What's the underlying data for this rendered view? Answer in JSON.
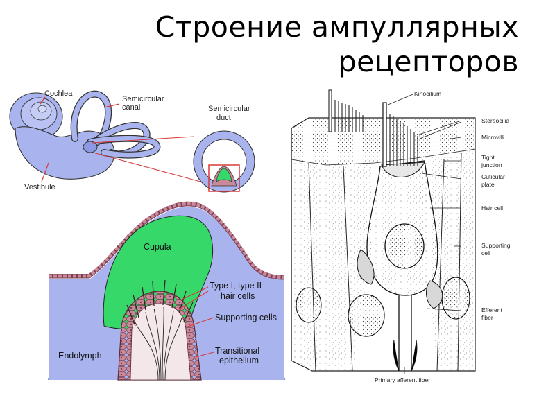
{
  "title": {
    "line1": "Строение ампуллярных",
    "line2": "рецепторов"
  },
  "ear_diagram": {
    "cochlea": "Cochlea",
    "semicircular_canal_1": "Semicircular",
    "semicircular_canal_2": "canal",
    "vestibule": "Vestibule",
    "semicircular_duct_1": "Semicircular",
    "semicircular_duct_2": "duct"
  },
  "crista_diagram": {
    "cupula": "Cupula",
    "hair_cells_1": "Type I, type II",
    "hair_cells_2": "hair cells",
    "supporting_cells": "Supporting cells",
    "endolymph": "Endolymph",
    "transitional_1": "Transitional",
    "transitional_2": "epithelium"
  },
  "hair_cell_diagram": {
    "kinocilium": "Kinocilium",
    "stereocilia": "Stereocilia",
    "microvilli": "Microvilli",
    "tight_junction_1": "Tight",
    "tight_junction_2": "junction",
    "cuticular_plate_1": "Cuticular",
    "cuticular_plate_2": "plate",
    "hair_cell": "Hair cell",
    "supporting_cell_1": "Supporting",
    "supporting_cell_2": "cell",
    "efferent_fiber_1": "Efferent",
    "efferent_fiber_2": "fiber",
    "primary_afferent": "Primary afferent fiber"
  },
  "colors": {
    "fluid_blue": "#a9b4ee",
    "cupula_green": "#36d86a",
    "epithelium_pink": "#c9899a",
    "leader_red": "#d93838"
  }
}
